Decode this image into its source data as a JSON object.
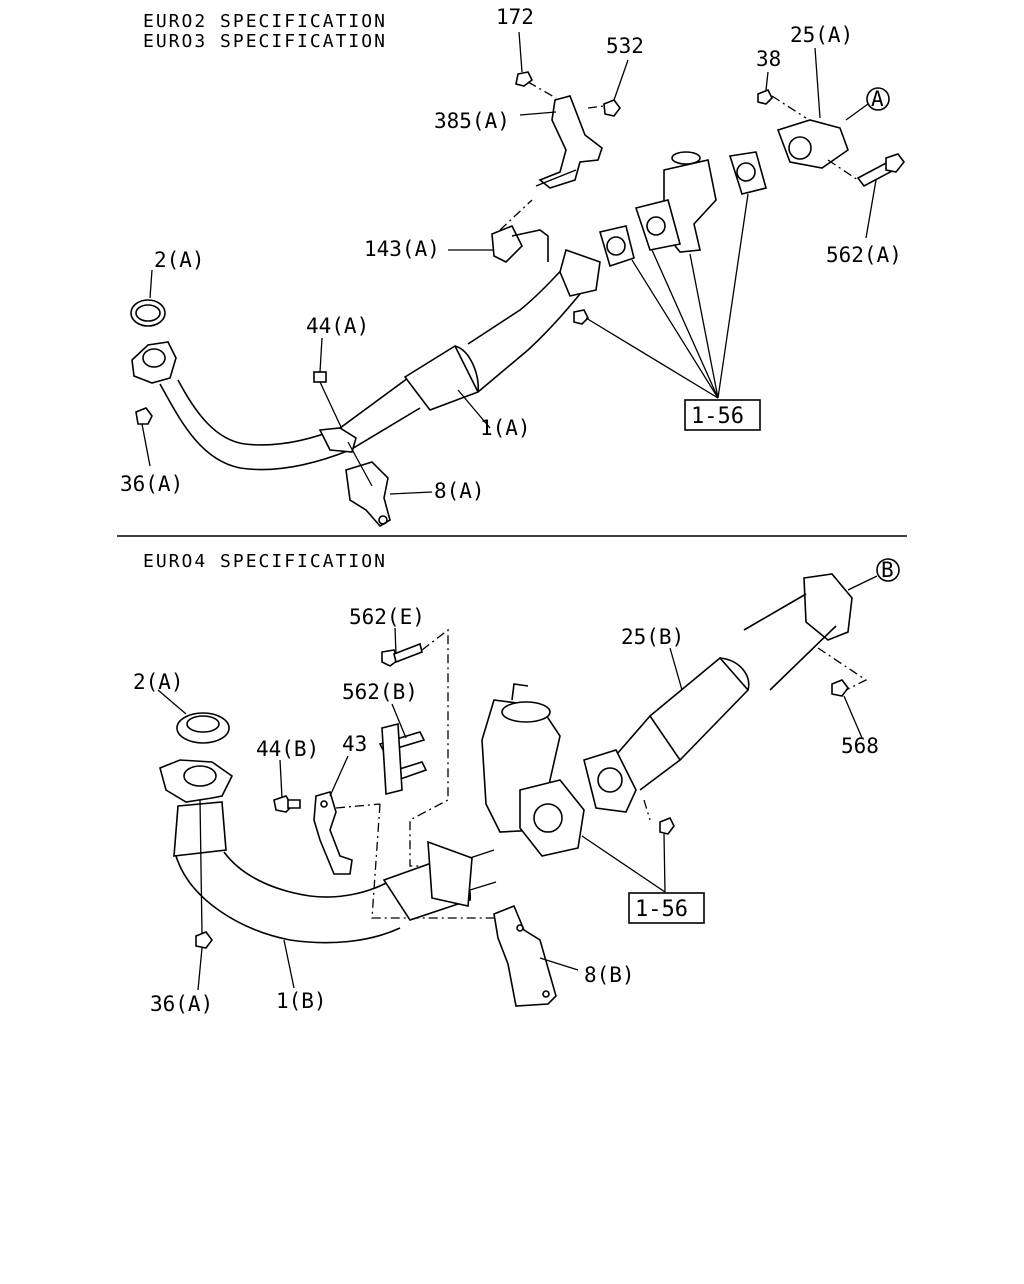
{
  "sections": {
    "top": {
      "headers": [
        "EURO2 SPECIFICATION",
        "EURO3 SPECIFICATION"
      ],
      "labels": {
        "p172": "172",
        "p532": "532",
        "p25A": "25(A)",
        "p38": "38",
        "p385A": "385(A)",
        "p2A": "2(A)",
        "p143A": "143(A)",
        "p562A": "562(A)",
        "p44A": "44(A)",
        "p1A": "1(A)",
        "p36A": "36(A)",
        "p8A": "8(A)",
        "ref156": "1-56",
        "circleA": "A"
      }
    },
    "bottom": {
      "headers": [
        "EURO4 SPECIFICATION"
      ],
      "labels": {
        "circleB": "B",
        "p562E": "562(E)",
        "p25B": "25(B)",
        "p2A": "2(A)",
        "p562B": "562(B)",
        "p568": "568",
        "p44B": "44(B)",
        "p43": "43",
        "p36A": "36(A)",
        "p1B": "1(B)",
        "p8B": "8(B)",
        "ref156": "1-56"
      }
    }
  }
}
